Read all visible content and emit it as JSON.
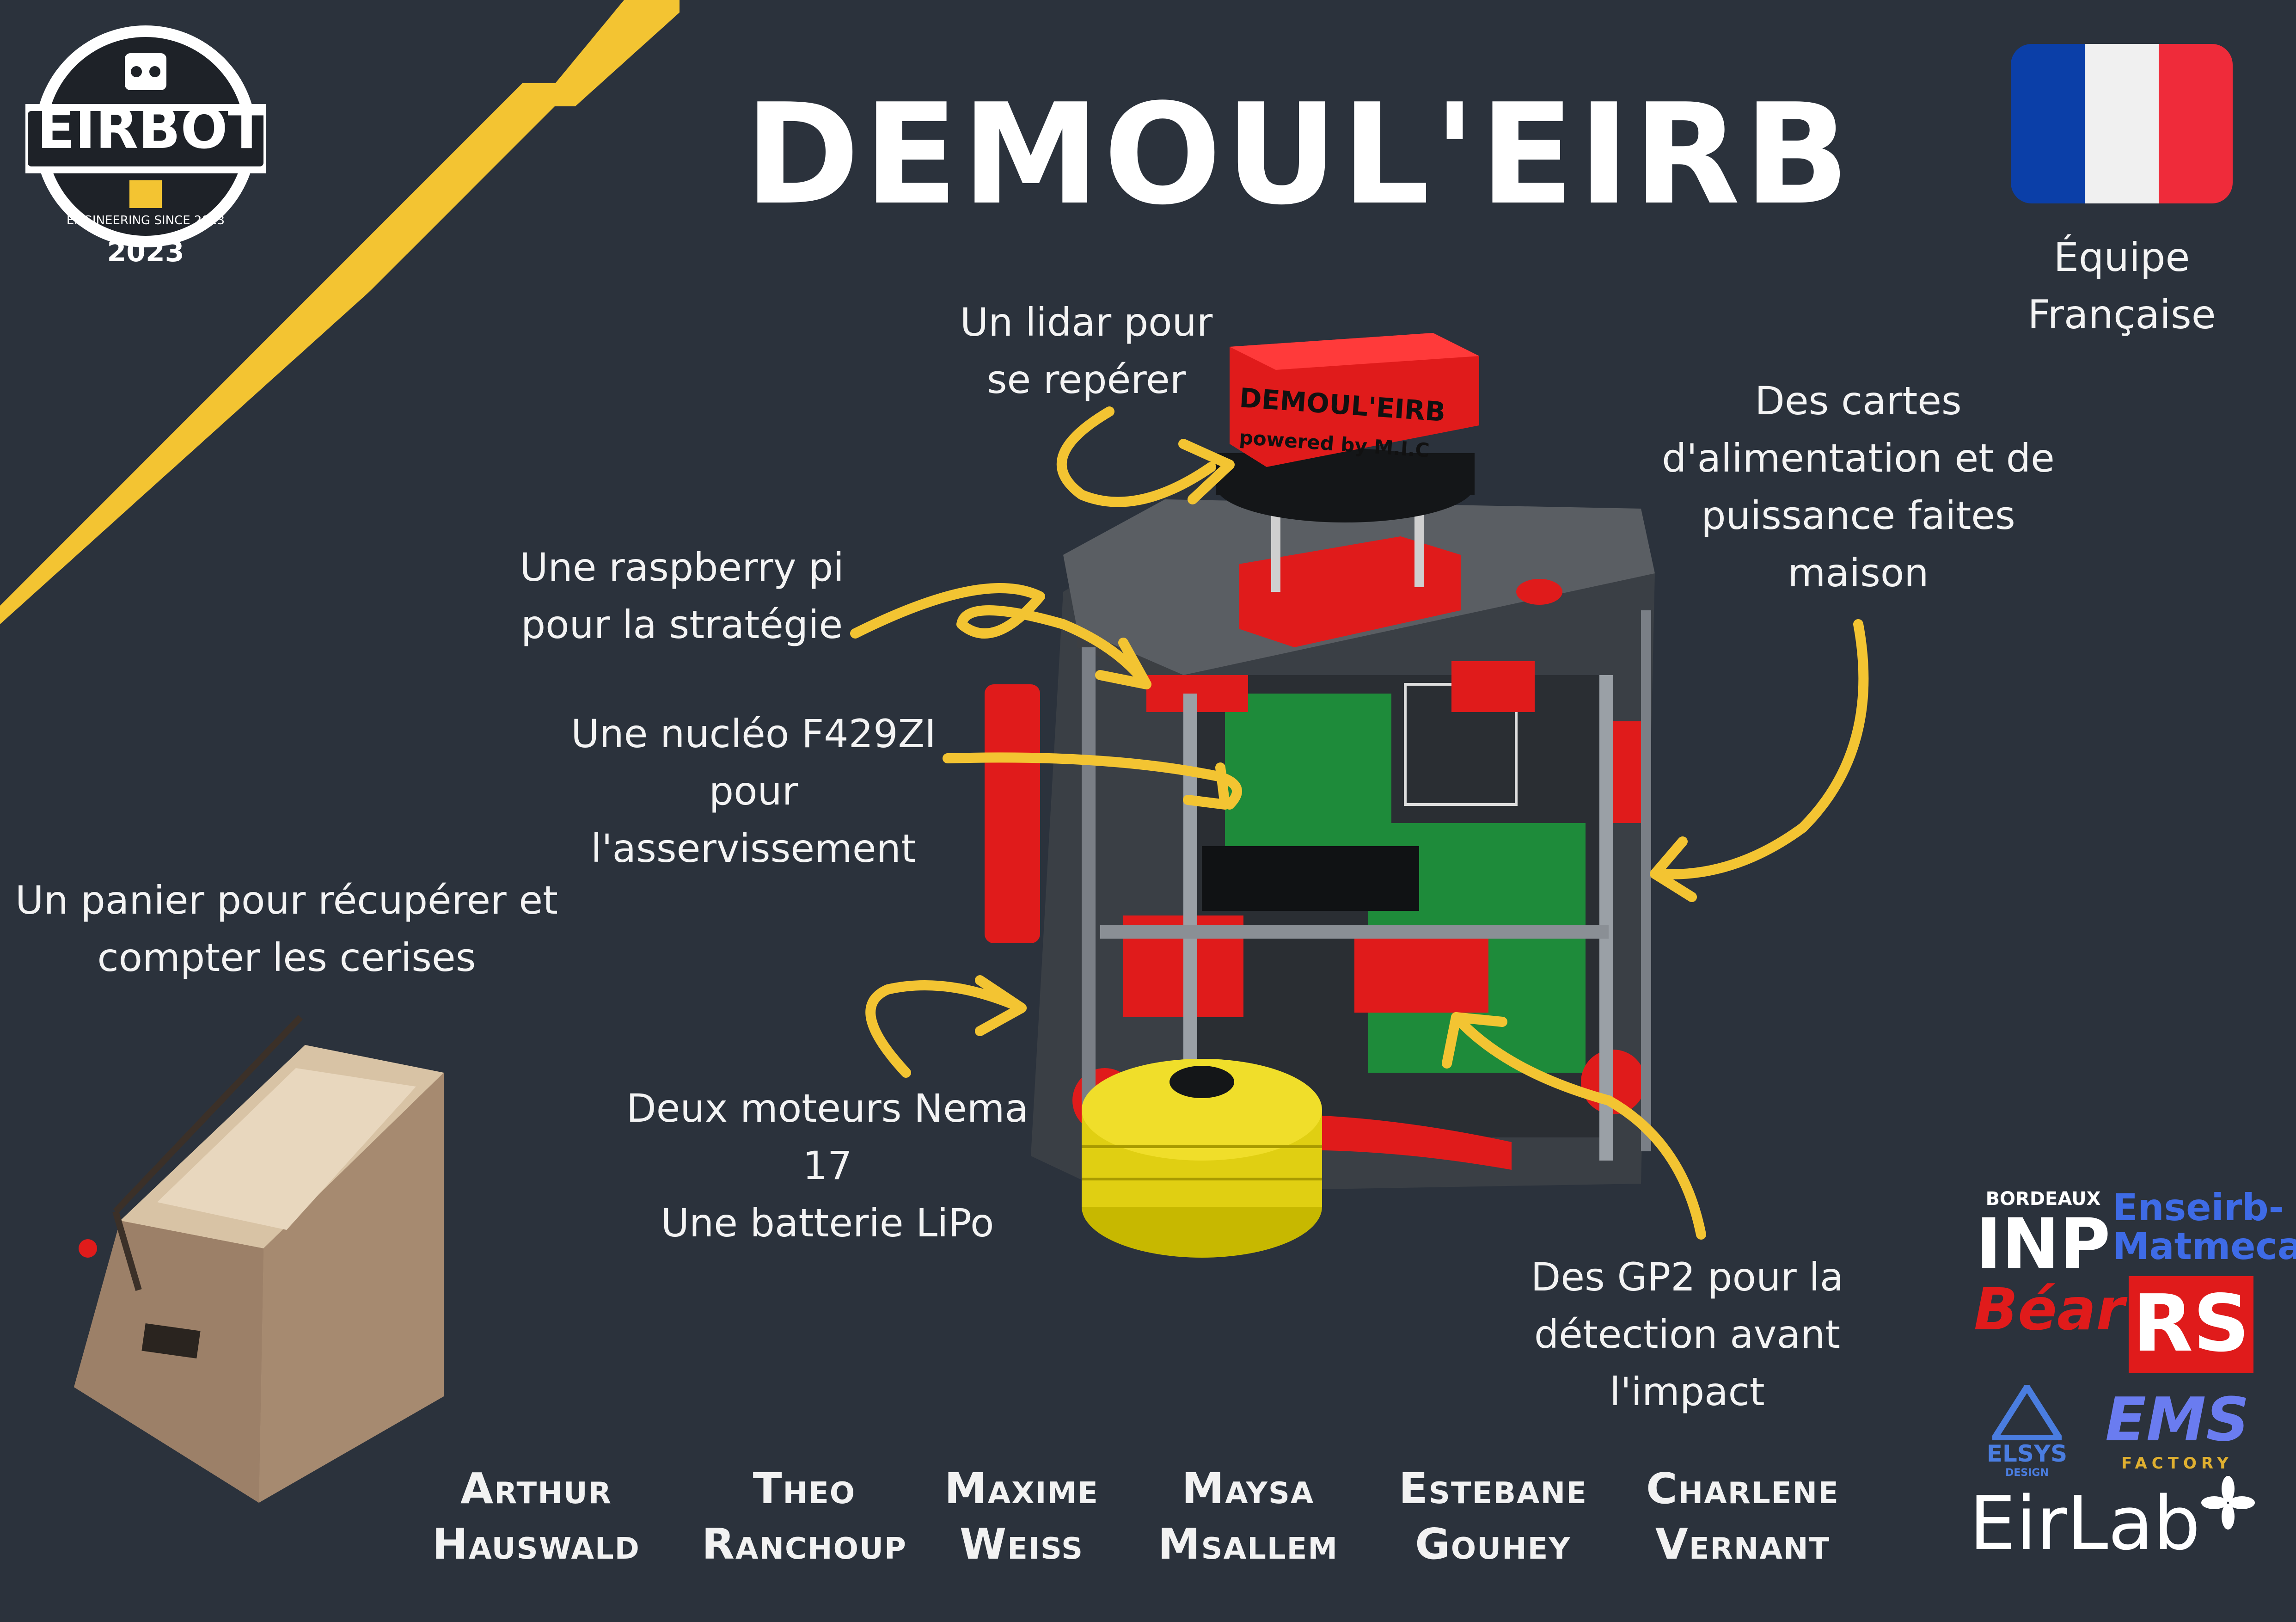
{
  "header": {
    "title": "DEMOUL'EIRB",
    "team_country_label": "Équipe Française"
  },
  "logo": {
    "name": "EIRBOT",
    "tagline": "ENGINEERING SINCE 2023",
    "year": "2023"
  },
  "robot": {
    "lidar_text": "DEMOUL'EIRB",
    "lidar_subtext": "powered by M.I.C"
  },
  "callouts": {
    "lidar": [
      "Un  lidar pour",
      "se repérer"
    ],
    "raspberry": [
      "Une raspberry pi",
      "pour la stratégie"
    ],
    "nucleo": [
      "Une nucléo F429ZI",
      "pour l'asservissement"
    ],
    "basket": [
      "Un panier pour récupérer et",
      "compter les cerises"
    ],
    "motors": [
      "Deux moteurs Nema 17",
      "Une batterie LiPo"
    ],
    "power_boards": [
      "Des cartes",
      "d'alimentation et de",
      "puissance faites",
      "maison"
    ],
    "gp2": [
      "Des GP2 pour la",
      "détection avant l'impact"
    ]
  },
  "team_members": [
    {
      "first": "Arthur",
      "last": "Hauswald"
    },
    {
      "first": "Theo",
      "last": "Ranchoup"
    },
    {
      "first": "Maxime",
      "last": "Weiss"
    },
    {
      "first": "Maysa",
      "last": "Msallem"
    },
    {
      "first": "Estebane",
      "last": "Gouhey"
    },
    {
      "first": "Charlene",
      "last": "Vernant"
    }
  ],
  "sponsors": {
    "inp_top": "BORDEAUX",
    "inp": "INP",
    "enseirb": [
      "Enseirb-",
      "Matmeca"
    ],
    "bear": "Béar",
    "rs": "RS",
    "elsys": "ELSYS",
    "elsys_sub": "DESIGN",
    "ems": "EMS",
    "ems_sub": "FACTORY",
    "eirlab": "EirLab"
  },
  "colors": {
    "background": "#2b323c",
    "accent_yellow": "#f3c432",
    "robot_red": "#e01b1b",
    "flag_blue": "#0b3fa8",
    "flag_white": "#f0f0f0",
    "flag_red": "#ef2b3a"
  }
}
